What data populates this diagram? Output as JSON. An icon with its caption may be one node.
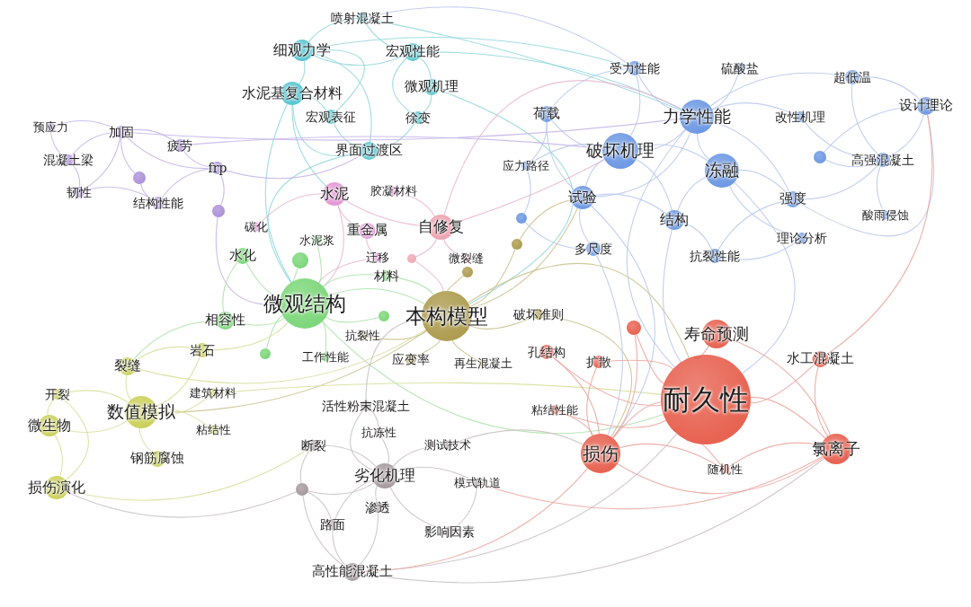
{
  "diagram": {
    "nodes": [
      {
        "text": [
          "喷射混凝土"
        ]
      },
      {
        "text": [
          "细观力学"
        ]
      },
      {
        "text": [
          "宏观性能"
        ]
      },
      {
        "text": [
          "水泥基复合材料"
        ]
      },
      {
        "text": [
          "微观机理"
        ]
      },
      {
        "text": [
          "宏观表征"
        ]
      },
      {
        "text": [
          "徐变"
        ]
      },
      {
        "text": [
          "界面过渡区"
        ]
      },
      {
        "text": [
          "预应力"
        ]
      },
      {
        "text": [
          "加固"
        ]
      },
      {
        "text": [
          "疲劳"
        ]
      },
      {
        "text": [
          "混凝土梁"
        ]
      },
      {
        "text": [
          "frp"
        ]
      },
      {
        "text": [],
        "shape": "circle"
      },
      {
        "text": [
          "韧性"
        ]
      },
      {
        "text": [
          "结构性能"
        ]
      },
      {
        "text": [],
        "shape": "circle"
      },
      {
        "text": [
          "水泥"
        ]
      },
      {
        "text": [
          "胶凝材料"
        ]
      },
      {
        "text": [
          "自修复"
        ]
      },
      {
        "text": [
          "碳化"
        ]
      },
      {
        "text": [
          "重金属"
        ]
      },
      {
        "text": [
          "迁移"
        ]
      },
      {
        "text": [],
        "shape": "circle"
      },
      {
        "text": [
          "微裂缝"
        ]
      },
      {
        "text": [
          "水化"
        ]
      },
      {
        "text": [
          "水泥浆"
        ]
      },
      {
        "text": [],
        "shape": "circle"
      },
      {
        "text": [
          "微观结构"
        ]
      },
      {
        "text": [
          "材料"
        ]
      },
      {
        "text": [],
        "shape": "circle"
      },
      {
        "text": [
          "相容性"
        ]
      },
      {
        "text": [],
        "shape": "circle"
      },
      {
        "text": [
          "工作性能"
        ]
      },
      {
        "text": [],
        "shape": "circle"
      },
      {
        "text": [],
        "shape": "circle"
      },
      {
        "text": [
          "本构模型"
        ]
      },
      {
        "text": [
          "抗裂性"
        ]
      },
      {
        "text": [
          "破坏准则"
        ]
      },
      {
        "text": [
          "应变率"
        ]
      },
      {
        "text": [
          "再生混凝土"
        ]
      },
      {
        "text": [
          "岩石"
        ]
      },
      {
        "text": [
          "裂缝"
        ]
      },
      {
        "text": [
          "开裂"
        ]
      },
      {
        "text": [
          "数值模拟"
        ]
      },
      {
        "text": [
          "微生物"
        ]
      },
      {
        "text": [
          "建筑材料"
        ]
      },
      {
        "text": [
          "粘结性"
        ]
      },
      {
        "text": [
          "钢筋腐蚀"
        ]
      },
      {
        "text": [
          "损伤演化"
        ]
      },
      {
        "text": [
          "活性粉末混凝土"
        ]
      },
      {
        "text": [
          "抗冻性"
        ]
      },
      {
        "text": [
          "测试技术"
        ]
      },
      {
        "text": [
          "断裂"
        ]
      },
      {
        "text": [
          "劣化机理"
        ]
      },
      {
        "text": [],
        "shape": "circle"
      },
      {
        "text": [
          "模式轨道"
        ]
      },
      {
        "text": [
          "渗透"
        ]
      },
      {
        "text": [
          "路面"
        ]
      },
      {
        "text": [
          "影响因素"
        ]
      },
      {
        "text": [
          "高性能混凝土"
        ]
      },
      {
        "text": [
          "受力性能"
        ]
      },
      {
        "text": [
          "硫酸盐"
        ]
      },
      {
        "text": [
          "超低温"
        ]
      },
      {
        "text": [
          "设计理论"
        ]
      },
      {
        "text": [
          "荷载"
        ]
      },
      {
        "text": [
          "力学性能"
        ]
      },
      {
        "text": [
          "改性机理"
        ]
      },
      {
        "text": [
          "破坏机理"
        ]
      },
      {
        "text": [
          "应力路径"
        ]
      },
      {
        "text": [],
        "shape": "circle"
      },
      {
        "text": [
          "高强混凝土"
        ]
      },
      {
        "text": [
          "冻融"
        ]
      },
      {
        "text": [
          "试验"
        ]
      },
      {
        "text": [
          "强度"
        ]
      },
      {
        "text": [
          "结构"
        ]
      },
      {
        "text": [],
        "shape": "circle"
      },
      {
        "text": [
          "酸雨侵蚀"
        ]
      },
      {
        "text": [
          "理论分析"
        ]
      },
      {
        "text": [
          "多尺度"
        ]
      },
      {
        "text": [
          "抗裂性能"
        ]
      },
      {
        "text": [],
        "shape": "circle"
      },
      {
        "text": [
          "寿命预测"
        ]
      },
      {
        "text": [
          "孔结构"
        ]
      },
      {
        "text": [
          "扩散"
        ]
      },
      {
        "text": [
          "水工混凝土"
        ]
      },
      {
        "text": [
          "耐久性"
        ]
      },
      {
        "text": [
          "粘结性能"
        ]
      },
      {
        "text": [
          "损伤"
        ]
      },
      {
        "text": [
          "氯离子"
        ]
      },
      {
        "text": [
          "随机性"
        ]
      }
    ],
    "edges": [
      {
        "from": 1,
        "to": 3,
        "arrow": "none",
        "color": "#8fd6dc"
      },
      {
        "from": 1,
        "to": 2,
        "arrow": "none",
        "color": "#8fd6dc"
      },
      {
        "from": 1,
        "to": 5,
        "arrow": "none",
        "color": "#8fd6dc"
      },
      {
        "from": 1,
        "to": 7,
        "arrow": "none",
        "color": "#8fd6dc"
      },
      {
        "from": 2,
        "to": 4,
        "arrow": "none",
        "color": "#8fd6dc"
      },
      {
        "from": 2,
        "to": 6,
        "arrow": "none",
        "color": "#8fd6dc"
      },
      {
        "from": 2,
        "to": 0,
        "arrow": "none",
        "color": "#8fd6dc"
      },
      {
        "from": 0,
        "to": 1,
        "arrow": "none",
        "color": "#8fd6dc"
      },
      {
        "from": 3,
        "to": 5,
        "arrow": "none",
        "color": "#8fd6dc"
      },
      {
        "from": 3,
        "to": 7,
        "arrow": "none",
        "color": "#8fd6dc"
      },
      {
        "from": 4,
        "to": 6,
        "arrow": "none",
        "color": "#8fd6dc"
      },
      {
        "from": 5,
        "to": 7,
        "arrow": "none",
        "color": "#8fd6dc"
      },
      {
        "from": 6,
        "to": 7,
        "arrow": "none",
        "color": "#8fd6dc"
      },
      {
        "from": 3,
        "to": 28,
        "arrow": "none",
        "color": "#8fd6dc"
      },
      {
        "from": 2,
        "to": 66,
        "arrow": "none",
        "color": "#8fd6dc"
      },
      {
        "from": 1,
        "to": 61,
        "arrow": "none",
        "color": "#8fd6dc"
      },
      {
        "from": 0,
        "to": 66,
        "arrow": "none",
        "color": "#8fd6dc"
      },
      {
        "from": 7,
        "to": 28,
        "arrow": "none",
        "color": "#8fd6dc"
      },
      {
        "from": 4,
        "to": 36,
        "arrow": "none",
        "color": "#8fd6dc"
      },
      {
        "from": 3,
        "to": 17,
        "arrow": "none",
        "color": "#8fd6dc"
      },
      {
        "from": 8,
        "to": 9,
        "arrow": "none",
        "color": "#c4b3e6"
      },
      {
        "from": 8,
        "to": 11,
        "arrow": "none",
        "color": "#c4b3e6"
      },
      {
        "from": 9,
        "to": 10,
        "arrow": "none",
        "color": "#c4b3e6"
      },
      {
        "from": 9,
        "to": 11,
        "arrow": "none",
        "color": "#c4b3e6"
      },
      {
        "from": 9,
        "to": 12,
        "arrow": "none",
        "color": "#c4b3e6"
      },
      {
        "from": 9,
        "to": 13,
        "arrow": "none",
        "color": "#c4b3e6"
      },
      {
        "from": 9,
        "to": 14,
        "arrow": "none",
        "color": "#c4b3e6"
      },
      {
        "from": 10,
        "to": 12,
        "arrow": "none",
        "color": "#c4b3e6"
      },
      {
        "from": 11,
        "to": 14,
        "arrow": "none",
        "color": "#c4b3e6"
      },
      {
        "from": 12,
        "to": 15,
        "arrow": "none",
        "color": "#c4b3e6"
      },
      {
        "from": 12,
        "to": 16,
        "arrow": "none",
        "color": "#c4b3e6"
      },
      {
        "from": 13,
        "to": 15,
        "arrow": "none",
        "color": "#c4b3e6"
      },
      {
        "from": 14,
        "to": 15,
        "arrow": "none",
        "color": "#c4b3e6"
      },
      {
        "from": 16,
        "to": 28,
        "arrow": "none",
        "color": "#c4b3e6"
      },
      {
        "from": 9,
        "to": 66,
        "arrow": "none",
        "color": "#c4b3e6"
      },
      {
        "from": 12,
        "to": 7,
        "arrow": "none",
        "color": "#c4b3e6"
      },
      {
        "from": 10,
        "to": 68,
        "arrow": "none",
        "color": "#c4b3e6"
      },
      {
        "from": 17,
        "to": 21,
        "arrow": "none",
        "color": "#e8b5cf"
      },
      {
        "from": 17,
        "to": 19,
        "arrow": "none",
        "color": "#e8b5cf"
      },
      {
        "from": 17,
        "to": 28,
        "arrow": "none",
        "color": "#e8b5cf"
      },
      {
        "from": 18,
        "to": 19,
        "arrow": "none",
        "color": "#e8b5cf"
      },
      {
        "from": 19,
        "to": 24,
        "arrow": "none",
        "color": "#e8b5cf"
      },
      {
        "from": 19,
        "to": 23,
        "arrow": "none",
        "color": "#e8b5cf"
      },
      {
        "from": 21,
        "to": 22,
        "arrow": "none",
        "color": "#e8b5cf"
      },
      {
        "from": 20,
        "to": 17,
        "arrow": "none",
        "color": "#e8b5cf"
      },
      {
        "from": 19,
        "to": 68,
        "arrow": "none",
        "color": "#e8b5cf"
      },
      {
        "from": 19,
        "to": 66,
        "arrow": "none",
        "color": "#e8b5cf"
      },
      {
        "from": 22,
        "to": 28,
        "arrow": "none",
        "color": "#e8b5cf"
      },
      {
        "from": 23,
        "to": 36,
        "arrow": "none",
        "color": "#e8b5cf"
      },
      {
        "from": 25,
        "to": 28,
        "arrow": "none",
        "color": "#a9e2a6"
      },
      {
        "from": 26,
        "to": 28,
        "arrow": "none",
        "color": "#a9e2a6"
      },
      {
        "from": 27,
        "to": 28,
        "arrow": "none",
        "color": "#a9e2a6"
      },
      {
        "from": 28,
        "to": 29,
        "arrow": "none",
        "color": "#a9e2a6"
      },
      {
        "from": 28,
        "to": 30,
        "arrow": "none",
        "color": "#a9e2a6"
      },
      {
        "from": 28,
        "to": 31,
        "arrow": "none",
        "color": "#a9e2a6"
      },
      {
        "from": 28,
        "to": 32,
        "arrow": "none",
        "color": "#a9e2a6"
      },
      {
        "from": 28,
        "to": 33,
        "arrow": "none",
        "color": "#a9e2a6"
      },
      {
        "from": 25,
        "to": 31,
        "arrow": "none",
        "color": "#a9e2a6"
      },
      {
        "from": 28,
        "to": 36,
        "arrow": "none",
        "color": "#a9e2a6"
      },
      {
        "from": 28,
        "to": 86,
        "arrow": "none",
        "color": "#a9e2a6"
      },
      {
        "from": 29,
        "to": 36,
        "arrow": "none",
        "color": "#a9e2a6"
      },
      {
        "from": 31,
        "to": 42,
        "arrow": "none",
        "color": "#a9e2a6"
      },
      {
        "from": 34,
        "to": 36,
        "arrow": "none",
        "color": "#c9c08a"
      },
      {
        "from": 35,
        "to": 36,
        "arrow": "none",
        "color": "#c9c08a"
      },
      {
        "from": 36,
        "to": 37,
        "arrow": "none",
        "color": "#c9c08a"
      },
      {
        "from": 36,
        "to": 38,
        "arrow": "none",
        "color": "#c9c08a"
      },
      {
        "from": 36,
        "to": 39,
        "arrow": "none",
        "color": "#c9c08a"
      },
      {
        "from": 36,
        "to": 40,
        "arrow": "none",
        "color": "#c9c08a"
      },
      {
        "from": 36,
        "to": 86,
        "arrow": "none",
        "color": "#c9c08a"
      },
      {
        "from": 36,
        "to": 73,
        "arrow": "none",
        "color": "#c9c08a"
      },
      {
        "from": 34,
        "to": 73,
        "arrow": "none",
        "color": "#c9c08a"
      },
      {
        "from": 38,
        "to": 88,
        "arrow": "none",
        "color": "#c9c08a"
      },
      {
        "from": 36,
        "to": 44,
        "arrow": "none",
        "color": "#c9c08a"
      },
      {
        "from": 41,
        "to": 42,
        "arrow": "none",
        "color": "#d8de9a"
      },
      {
        "from": 41,
        "to": 44,
        "arrow": "none",
        "color": "#d8de9a"
      },
      {
        "from": 42,
        "to": 44,
        "arrow": "none",
        "color": "#d8de9a"
      },
      {
        "from": 43,
        "to": 44,
        "arrow": "none",
        "color": "#d8de9a"
      },
      {
        "from": 43,
        "to": 45,
        "arrow": "none",
        "color": "#d8de9a"
      },
      {
        "from": 44,
        "to": 45,
        "arrow": "none",
        "color": "#d8de9a"
      },
      {
        "from": 44,
        "to": 46,
        "arrow": "none",
        "color": "#d8de9a"
      },
      {
        "from": 44,
        "to": 47,
        "arrow": "none",
        "color": "#d8de9a"
      },
      {
        "from": 44,
        "to": 48,
        "arrow": "none",
        "color": "#d8de9a"
      },
      {
        "from": 45,
        "to": 49,
        "arrow": "none",
        "color": "#d8de9a"
      },
      {
        "from": 43,
        "to": 49,
        "arrow": "none",
        "color": "#d8de9a"
      },
      {
        "from": 41,
        "to": 28,
        "arrow": "none",
        "color": "#d8de9a"
      },
      {
        "from": 49,
        "to": 53,
        "arrow": "none",
        "color": "#d8de9a"
      },
      {
        "from": 42,
        "to": 36,
        "arrow": "none",
        "color": "#d8de9a"
      },
      {
        "from": 46,
        "to": 86,
        "arrow": "none",
        "color": "#d8de9a"
      },
      {
        "from": 50,
        "to": 51,
        "arrow": "none",
        "color": "#c9c0c4"
      },
      {
        "from": 50,
        "to": 54,
        "arrow": "none",
        "color": "#c9c0c4"
      },
      {
        "from": 51,
        "to": 54,
        "arrow": "none",
        "color": "#c9c0c4"
      },
      {
        "from": 52,
        "to": 54,
        "arrow": "none",
        "color": "#c9c0c4"
      },
      {
        "from": 53,
        "to": 54,
        "arrow": "none",
        "color": "#c9c0c4"
      },
      {
        "from": 53,
        "to": 55,
        "arrow": "none",
        "color": "#c9c0c4"
      },
      {
        "from": 54,
        "to": 55,
        "arrow": "none",
        "color": "#c9c0c4"
      },
      {
        "from": 54,
        "to": 57,
        "arrow": "none",
        "color": "#c9c0c4"
      },
      {
        "from": 54,
        "to": 58,
        "arrow": "none",
        "color": "#c9c0c4"
      },
      {
        "from": 54,
        "to": 59,
        "arrow": "none",
        "color": "#c9c0c4"
      },
      {
        "from": 55,
        "to": 58,
        "arrow": "none",
        "color": "#c9c0c4"
      },
      {
        "from": 55,
        "to": 60,
        "arrow": "none",
        "color": "#c9c0c4"
      },
      {
        "from": 57,
        "to": 60,
        "arrow": "none",
        "color": "#c9c0c4"
      },
      {
        "from": 58,
        "to": 60,
        "arrow": "none",
        "color": "#c9c0c4"
      },
      {
        "from": 56,
        "to": 59,
        "arrow": "none",
        "color": "#c9c0c4"
      },
      {
        "from": 56,
        "to": 54,
        "arrow": "none",
        "color": "#c9c0c4"
      },
      {
        "from": 60,
        "to": 86,
        "arrow": "none",
        "color": "#c9c0c4"
      },
      {
        "from": 60,
        "to": 89,
        "arrow": "none",
        "color": "#c9c0c4"
      },
      {
        "from": 50,
        "to": 36,
        "arrow": "none",
        "color": "#c9c0c4"
      },
      {
        "from": 55,
        "to": 49,
        "arrow": "none",
        "color": "#c9c0c4"
      },
      {
        "from": 52,
        "to": 88,
        "arrow": "none",
        "color": "#c9c0c4"
      },
      {
        "from": 61,
        "to": 66,
        "arrow": "none",
        "color": "#b7c7ec"
      },
      {
        "from": 61,
        "to": 68,
        "arrow": "none",
        "color": "#b7c7ec"
      },
      {
        "from": 61,
        "to": 65,
        "arrow": "none",
        "color": "#b7c7ec"
      },
      {
        "from": 62,
        "to": 66,
        "arrow": "none",
        "color": "#b7c7ec"
      },
      {
        "from": 63,
        "to": 66,
        "arrow": "none",
        "color": "#b7c7ec"
      },
      {
        "from": 63,
        "to": 64,
        "arrow": "none",
        "color": "#b7c7ec"
      },
      {
        "from": 63,
        "to": 71,
        "arrow": "none",
        "color": "#b7c7ec"
      },
      {
        "from": 64,
        "to": 71,
        "arrow": "none",
        "color": "#b7c7ec"
      },
      {
        "from": 64,
        "to": 70,
        "arrow": "none",
        "color": "#b7c7ec"
      },
      {
        "from": 64,
        "to": 74,
        "arrow": "none",
        "color": "#b7c7ec"
      },
      {
        "from": 65,
        "to": 68,
        "arrow": "none",
        "color": "#b7c7ec"
      },
      {
        "from": 65,
        "to": 69,
        "arrow": "none",
        "color": "#b7c7ec"
      },
      {
        "from": 65,
        "to": 73,
        "arrow": "none",
        "color": "#b7c7ec"
      },
      {
        "from": 66,
        "to": 68,
        "arrow": "none",
        "color": "#b7c7ec"
      },
      {
        "from": 66,
        "to": 72,
        "arrow": "none",
        "color": "#b7c7ec"
      },
      {
        "from": 66,
        "to": 73,
        "arrow": "none",
        "color": "#b7c7ec"
      },
      {
        "from": 66,
        "to": 74,
        "arrow": "none",
        "color": "#b7c7ec"
      },
      {
        "from": 66,
        "to": 67,
        "arrow": "none",
        "color": "#b7c7ec"
      },
      {
        "from": 67,
        "to": 71,
        "arrow": "none",
        "color": "#b7c7ec"
      },
      {
        "from": 68,
        "to": 72,
        "arrow": "none",
        "color": "#b7c7ec"
      },
      {
        "from": 68,
        "to": 73,
        "arrow": "none",
        "color": "#b7c7ec"
      },
      {
        "from": 68,
        "to": 75,
        "arrow": "none",
        "color": "#b7c7ec"
      },
      {
        "from": 68,
        "to": 69,
        "arrow": "none",
        "color": "#b7c7ec"
      },
      {
        "from": 69,
        "to": 76,
        "arrow": "none",
        "color": "#b7c7ec"
      },
      {
        "from": 70,
        "to": 71,
        "arrow": "none",
        "color": "#b7c7ec"
      },
      {
        "from": 71,
        "to": 74,
        "arrow": "none",
        "color": "#b7c7ec"
      },
      {
        "from": 71,
        "to": 77,
        "arrow": "none",
        "color": "#b7c7ec"
      },
      {
        "from": 72,
        "to": 74,
        "arrow": "none",
        "color": "#b7c7ec"
      },
      {
        "from": 72,
        "to": 75,
        "arrow": "none",
        "color": "#b7c7ec"
      },
      {
        "from": 72,
        "to": 78,
        "arrow": "none",
        "color": "#b7c7ec"
      },
      {
        "from": 73,
        "to": 79,
        "arrow": "none",
        "color": "#b7c7ec"
      },
      {
        "from": 73,
        "to": 75,
        "arrow": "none",
        "color": "#b7c7ec"
      },
      {
        "from": 74,
        "to": 80,
        "arrow": "none",
        "color": "#b7c7ec"
      },
      {
        "from": 75,
        "to": 80,
        "arrow": "none",
        "color": "#b7c7ec"
      },
      {
        "from": 76,
        "to": 79,
        "arrow": "none",
        "color": "#b7c7ec"
      },
      {
        "from": 78,
        "to": 80,
        "arrow": "none",
        "color": "#b7c7ec"
      },
      {
        "from": 61,
        "to": 0,
        "arrow": "none",
        "color": "#b7c7ec"
      },
      {
        "from": 66,
        "to": 86,
        "arrow": "none",
        "color": "#b7c7ec"
      },
      {
        "from": 72,
        "to": 86,
        "arrow": "none",
        "color": "#b7c7ec"
      },
      {
        "from": 73,
        "to": 88,
        "arrow": "none",
        "color": "#b7c7ec"
      },
      {
        "from": 75,
        "to": 86,
        "arrow": "none",
        "color": "#b7c7ec"
      },
      {
        "from": 79,
        "to": 88,
        "arrow": "none",
        "color": "#b7c7ec"
      },
      {
        "from": 81,
        "to": 86,
        "arrow": "none",
        "color": "#eaa39b"
      },
      {
        "from": 81,
        "to": 88,
        "arrow": "none",
        "color": "#eaa39b"
      },
      {
        "from": 82,
        "to": 86,
        "arrow": "none",
        "color": "#eaa39b"
      },
      {
        "from": 83,
        "to": 86,
        "arrow": "none",
        "color": "#eaa39b"
      },
      {
        "from": 83,
        "to": 88,
        "arrow": "none",
        "color": "#eaa39b"
      },
      {
        "from": 84,
        "to": 86,
        "arrow": "none",
        "color": "#eaa39b"
      },
      {
        "from": 84,
        "to": 88,
        "arrow": "none",
        "color": "#eaa39b"
      },
      {
        "from": 85,
        "to": 86,
        "arrow": "none",
        "color": "#eaa39b"
      },
      {
        "from": 85,
        "to": 89,
        "arrow": "none",
        "color": "#eaa39b"
      },
      {
        "from": 86,
        "to": 87,
        "arrow": "none",
        "color": "#eaa39b"
      },
      {
        "from": 86,
        "to": 88,
        "arrow": "none",
        "color": "#eaa39b"
      },
      {
        "from": 86,
        "to": 89,
        "arrow": "none",
        "color": "#eaa39b"
      },
      {
        "from": 86,
        "to": 90,
        "arrow": "none",
        "color": "#eaa39b"
      },
      {
        "from": 87,
        "to": 88,
        "arrow": "none",
        "color": "#eaa39b"
      },
      {
        "from": 88,
        "to": 89,
        "arrow": "none",
        "color": "#eaa39b"
      },
      {
        "from": 88,
        "to": 90,
        "arrow": "none",
        "color": "#eaa39b"
      },
      {
        "from": 89,
        "to": 90,
        "arrow": "none",
        "color": "#eaa39b"
      },
      {
        "from": 82,
        "to": 89,
        "arrow": "none",
        "color": "#eaa39b"
      },
      {
        "from": 89,
        "to": 56,
        "arrow": "none",
        "color": "#eaa39b"
      },
      {
        "from": 88,
        "to": 60,
        "arrow": "none",
        "color": "#eaa39b"
      },
      {
        "from": 64,
        "to": 85,
        "arrow": "none",
        "color": "#eaa39b"
      }
    ]
  }
}
